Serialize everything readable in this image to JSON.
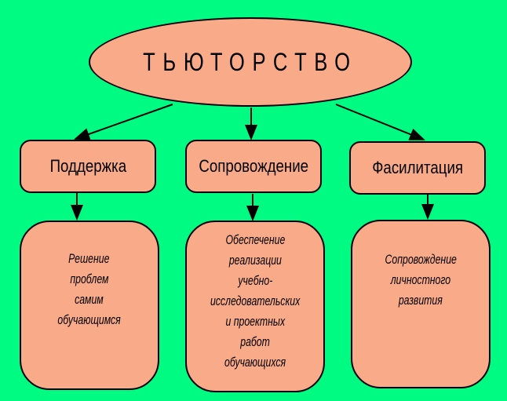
{
  "title": "ТЬЮТОРСТВО",
  "branches": [
    {
      "label": "Поддержка",
      "description": "Решение проблем самим обучающимся",
      "lines": [
        "Решение",
        "проблем",
        "самим",
        "обучающимся"
      ]
    },
    {
      "label": "Сопровождение",
      "description": "Обеспечение реализации учебно-исследовательских и проектных работ обучающихся",
      "lines": [
        "Обеспечение",
        "реализации",
        "учебно-",
        "исследовательских",
        "и проектных",
        "работ",
        "обучающихся"
      ]
    },
    {
      "label": "Фасилитация",
      "description": "Сопровождение личностного развития",
      "lines": [
        "Сопровождение",
        "личностного",
        "развития"
      ]
    }
  ],
  "colors": {
    "background": "#00fb82",
    "node_fill": "#f9aa89"
  }
}
